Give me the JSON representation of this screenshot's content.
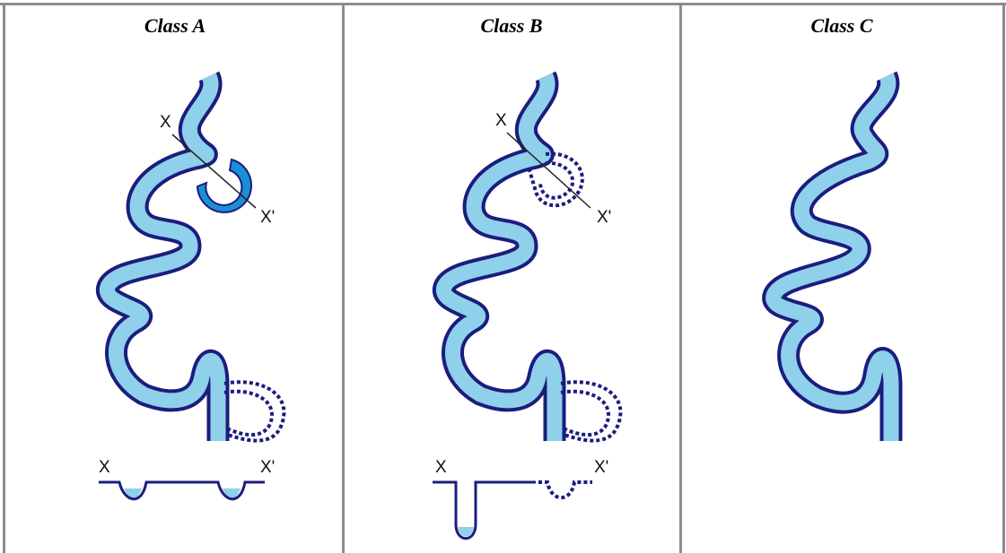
{
  "columns": [
    {
      "title": "Class A"
    },
    {
      "title": "Class B"
    },
    {
      "title": "Class C"
    }
  ],
  "labels": {
    "x": "X",
    "x_prime": "X'"
  },
  "colors": {
    "channel_fill": "#8fd0ea",
    "channel_outline": "#1b1d7e",
    "oxbow_fill": "#1a8fd4",
    "grid_line": "#8c8c8c"
  }
}
